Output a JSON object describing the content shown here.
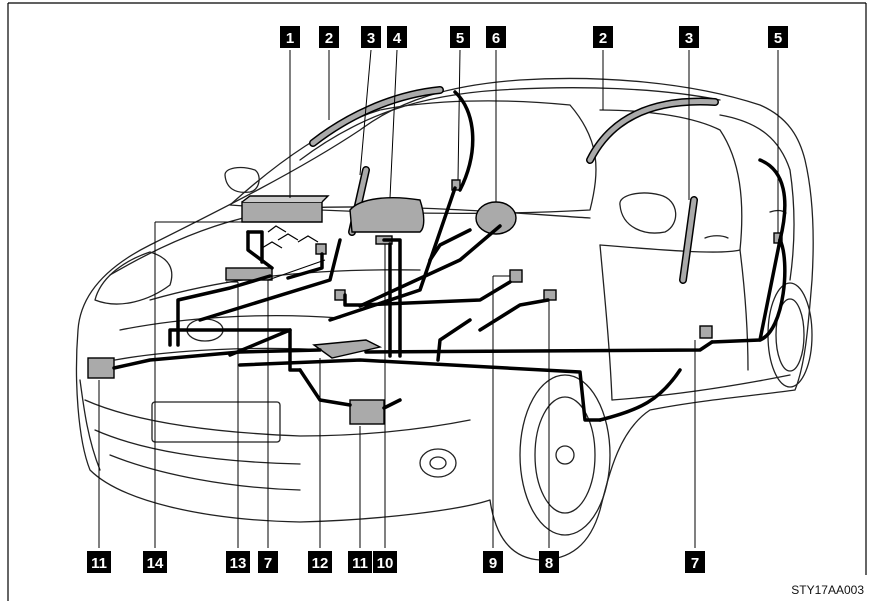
{
  "diagram": {
    "image_code": "STY17AA003",
    "top_callouts": [
      "1",
      "2",
      "3",
      "4",
      "5",
      "6",
      "2",
      "3",
      "5"
    ],
    "bottom_callouts": [
      "11",
      "14",
      "13",
      "7",
      "12",
      "11",
      "10",
      "9",
      "8",
      "7"
    ]
  }
}
